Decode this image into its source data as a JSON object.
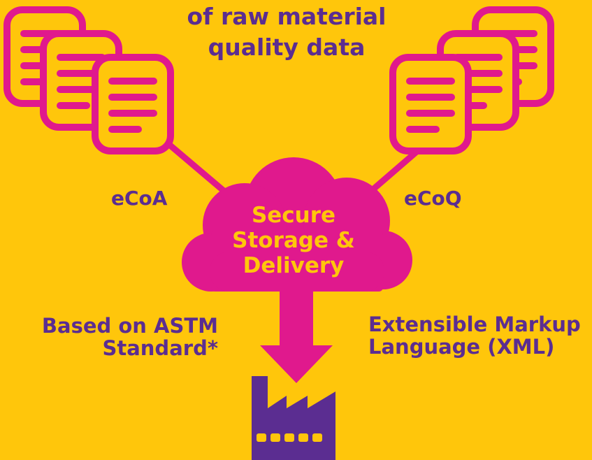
{
  "heading": {
    "line1": "of raw material",
    "line2": "quality data"
  },
  "left_label": "eCoA",
  "right_label": "eCoQ",
  "cloud": {
    "line1": "Secure",
    "line2": "Storage &",
    "line3": "Delivery"
  },
  "left_note": {
    "line1": "Based on ASTM",
    "line2": "Standard*"
  },
  "right_note": {
    "line1": "Extensible Markup",
    "line2": "Language (XML)"
  },
  "colors": {
    "background": "#FFC60B",
    "magenta": "#E0198D",
    "purple": "#5B2D91"
  },
  "icons": {
    "left_documents": "document-stack-icon",
    "right_documents": "document-stack-icon",
    "cloud": "cloud-icon",
    "arrow": "arrow-down-icon",
    "factory": "factory-icon"
  }
}
